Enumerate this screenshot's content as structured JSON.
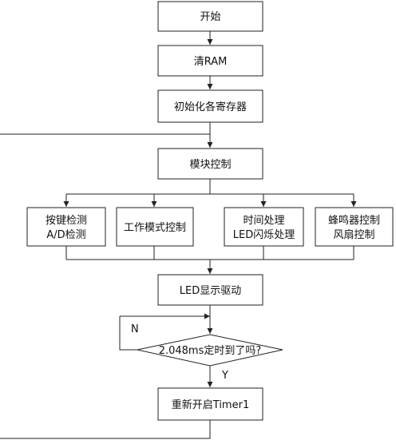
{
  "nodes": {
    "start": {
      "label": "开始"
    },
    "clear_ram": {
      "label": "清RAM"
    },
    "init_regs": {
      "label": "初始化各寄存器"
    },
    "module_ctrl": {
      "label": "模块控制"
    },
    "key_detect": {
      "lines": [
        "按键检测",
        "A/D检测"
      ]
    },
    "work_mode": {
      "label": "工作模式控制"
    },
    "time_proc": {
      "lines": [
        "时间处理",
        "LED闪烁处理"
      ]
    },
    "buzzer_fan": {
      "lines": [
        "蜂鸣器控制",
        "风扇控制"
      ]
    },
    "led_drive": {
      "label": "LED显示驱动"
    },
    "decision": {
      "label": "2.048ms定时到了吗?"
    },
    "restart_timer": {
      "label": "重新开启Timer1"
    }
  },
  "edge_labels": {
    "no": "N",
    "yes": "Y"
  },
  "colors": {
    "line": "#222222",
    "box_fill": "#ffffff",
    "background": "#ffffff"
  }
}
